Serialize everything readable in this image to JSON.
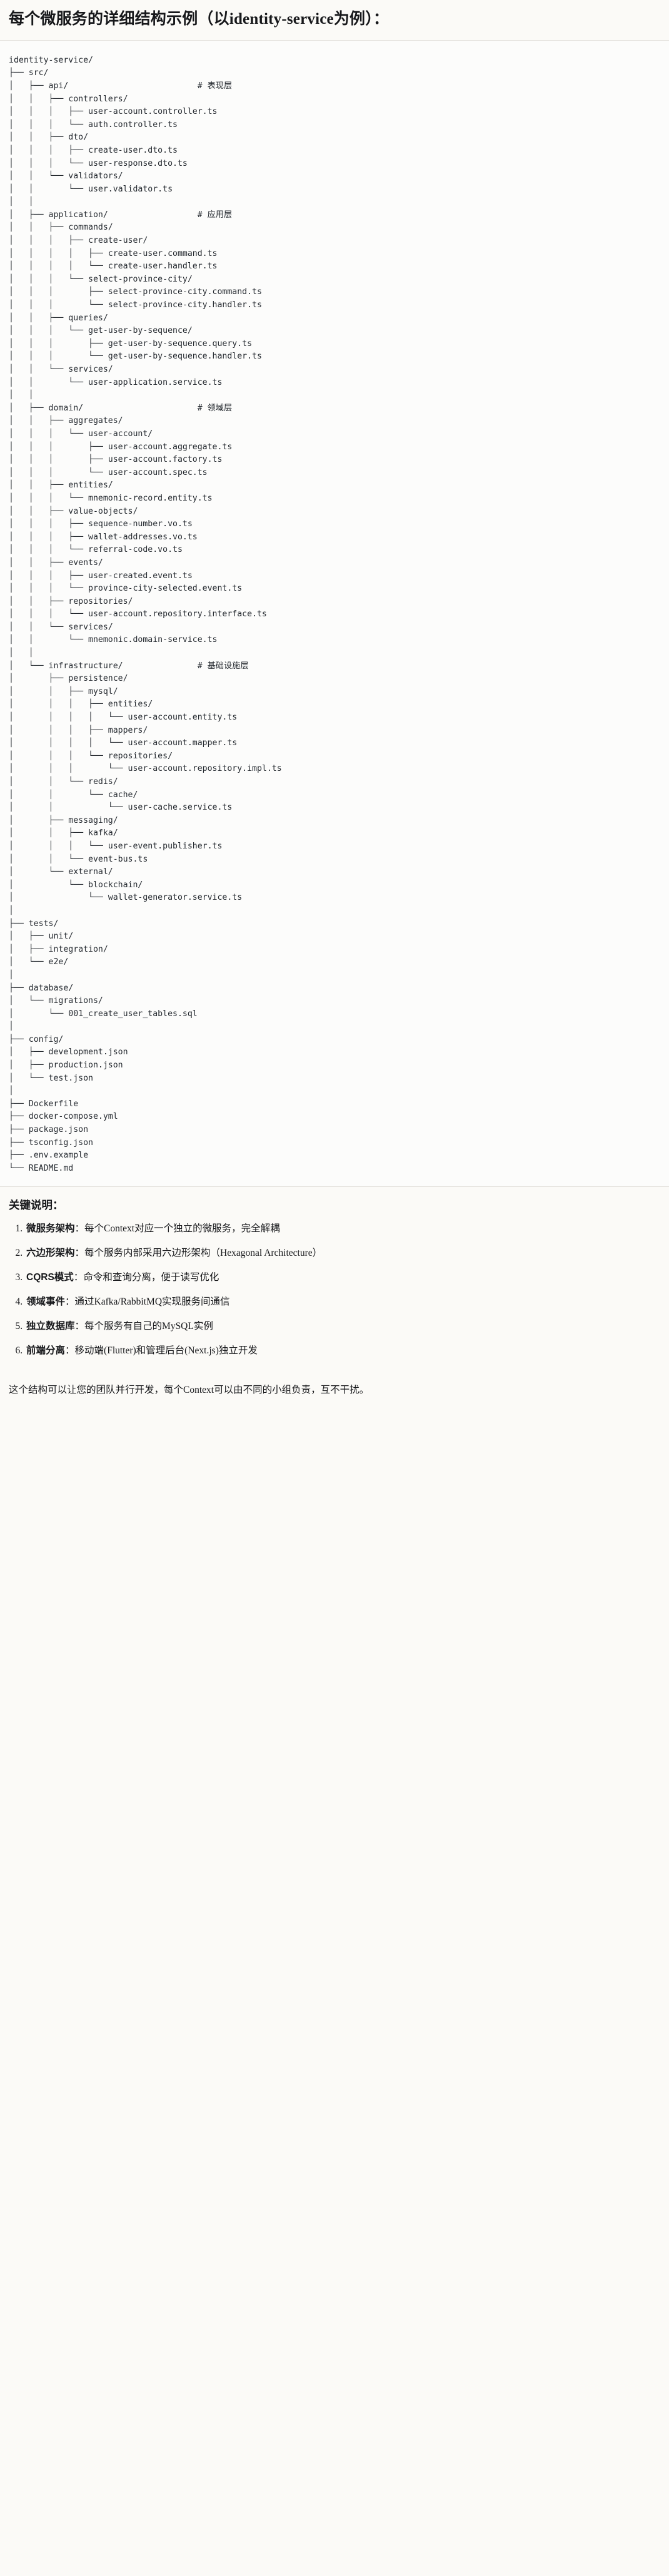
{
  "heading": "每个微服务的详细结构示例（以identity-service为例）：",
  "tree": {
    "root_label": "identity-service/",
    "lines": [
      "identity-service/",
      "├── src/",
      "│   ├── api/                          # 表现层",
      "│   │   ├── controllers/",
      "│   │   │   ├── user-account.controller.ts",
      "│   │   │   └── auth.controller.ts",
      "│   │   ├── dto/",
      "│   │   │   ├── create-user.dto.ts",
      "│   │   │   └── user-response.dto.ts",
      "│   │   └── validators/",
      "│   │       └── user.validator.ts",
      "│   │",
      "│   ├── application/                  # 应用层",
      "│   │   ├── commands/",
      "│   │   │   ├── create-user/",
      "│   │   │   │   ├── create-user.command.ts",
      "│   │   │   │   └── create-user.handler.ts",
      "│   │   │   └── select-province-city/",
      "│   │   │       ├── select-province-city.command.ts",
      "│   │   │       └── select-province-city.handler.ts",
      "│   │   ├── queries/",
      "│   │   │   └── get-user-by-sequence/",
      "│   │   │       ├── get-user-by-sequence.query.ts",
      "│   │   │       └── get-user-by-sequence.handler.ts",
      "│   │   └── services/",
      "│   │       └── user-application.service.ts",
      "│   │",
      "│   ├── domain/                       # 领域层",
      "│   │   ├── aggregates/",
      "│   │   │   └── user-account/",
      "│   │   │       ├── user-account.aggregate.ts",
      "│   │   │       ├── user-account.factory.ts",
      "│   │   │       └── user-account.spec.ts",
      "│   │   ├── entities/",
      "│   │   │   └── mnemonic-record.entity.ts",
      "│   │   ├── value-objects/",
      "│   │   │   ├── sequence-number.vo.ts",
      "│   │   │   ├── wallet-addresses.vo.ts",
      "│   │   │   └── referral-code.vo.ts",
      "│   │   ├── events/",
      "│   │   │   ├── user-created.event.ts",
      "│   │   │   └── province-city-selected.event.ts",
      "│   │   ├── repositories/",
      "│   │   │   └── user-account.repository.interface.ts",
      "│   │   └── services/",
      "│   │       └── mnemonic.domain-service.ts",
      "│   │",
      "│   └── infrastructure/               # 基础设施层",
      "│       ├── persistence/",
      "│       │   ├── mysql/",
      "│       │   │   ├── entities/",
      "│       │   │   │   └── user-account.entity.ts",
      "│       │   │   ├── mappers/",
      "│       │   │   │   └── user-account.mapper.ts",
      "│       │   │   └── repositories/",
      "│       │   │       └── user-account.repository.impl.ts",
      "│       │   └── redis/",
      "│       │       └── cache/",
      "│       │           └── user-cache.service.ts",
      "│       ├── messaging/",
      "│       │   ├── kafka/",
      "│       │   │   └── user-event.publisher.ts",
      "│       │   └── event-bus.ts",
      "│       └── external/",
      "│           └── blockchain/",
      "│               └── wallet-generator.service.ts",
      "│",
      "├── tests/",
      "│   ├── unit/",
      "│   ├── integration/",
      "│   └── e2e/",
      "│",
      "├── database/",
      "│   └── migrations/",
      "│       └── 001_create_user_tables.sql",
      "│",
      "├── config/",
      "│   ├── development.json",
      "│   ├── production.json",
      "│   └── test.json",
      "│",
      "├── Dockerfile",
      "├── docker-compose.yml",
      "├── package.json",
      "├── tsconfig.json",
      "├── .env.example",
      "└── README.md"
    ],
    "layer_comments": [
      "# 表现层",
      "# 应用层",
      "# 领域层",
      "# 基础设施层"
    ]
  },
  "notes": {
    "title": "关键说明：",
    "items": [
      {
        "term": "微服务架构",
        "sep": "：",
        "desc": "每个Context对应一个独立的微服务，完全解耦"
      },
      {
        "term": "六边形架构",
        "sep": "：",
        "desc": "每个服务内部采用六边形架构（Hexagonal Architecture）"
      },
      {
        "term": "CQRS模式",
        "sep": "：",
        "desc": "命令和查询分离，便于读写优化"
      },
      {
        "term": "领域事件",
        "sep": "：",
        "desc": "通过Kafka/RabbitMQ实现服务间通信"
      },
      {
        "term": "独立数据库",
        "sep": "：",
        "desc": "每个服务有自己的MySQL实例"
      },
      {
        "term": "前端分离",
        "sep": "：",
        "desc": "移动端(Flutter)和管理后台(Next.js)独立开发"
      }
    ]
  },
  "closing": "这个结构可以让您的团队并行开发，每个Context可以由不同的小组负责，互不干扰。"
}
